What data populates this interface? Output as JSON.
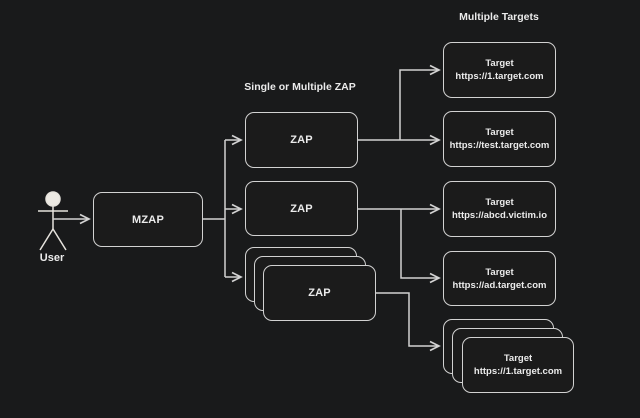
{
  "diagram": {
    "colors": {
      "background": "#191a1b",
      "stroke": "#d2d2d2",
      "node_fill": "#1b1b1b",
      "text": "#ebebeb"
    },
    "actor": {
      "label": "User"
    },
    "column_labels": {
      "zap": "Single or Multiple ZAP",
      "targets": "Multiple Targets"
    },
    "nodes": {
      "mzap": {
        "label": "MZAP"
      },
      "zap1": {
        "label": "ZAP"
      },
      "zap2": {
        "label": "ZAP"
      },
      "zap3": {
        "label": "ZAP"
      },
      "target1": {
        "title": "Target",
        "url": "https://1.target.com"
      },
      "target2": {
        "title": "Target",
        "url": "https://test.target.com"
      },
      "target3": {
        "title": "Target",
        "url": "https://abcd.victim.io"
      },
      "target4": {
        "title": "Target",
        "url": "https://ad.target.com"
      },
      "target5": {
        "title": "Target",
        "url": "https://1.target.com"
      }
    }
  }
}
